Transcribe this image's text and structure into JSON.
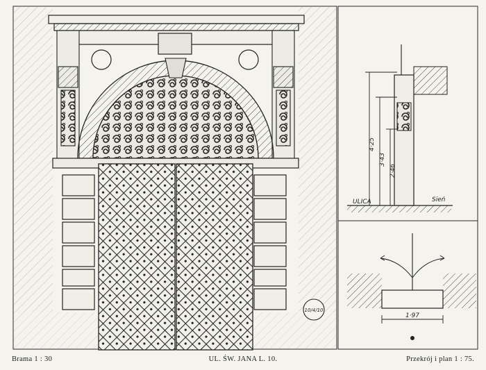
{
  "captions": {
    "left": "Brama 1 : 30",
    "center": "UL. ŚW. JANA L. 10.",
    "right": "Przekrój i plan 1 : 75."
  },
  "drawing_labels": {
    "plate_number": "10/4/10",
    "section_dim_1": "4·25",
    "section_dim_2": "3·43",
    "section_dim_3": "2·46",
    "street_label": "ULICA",
    "yard_label": "Sień",
    "plan_width": "1·97"
  }
}
